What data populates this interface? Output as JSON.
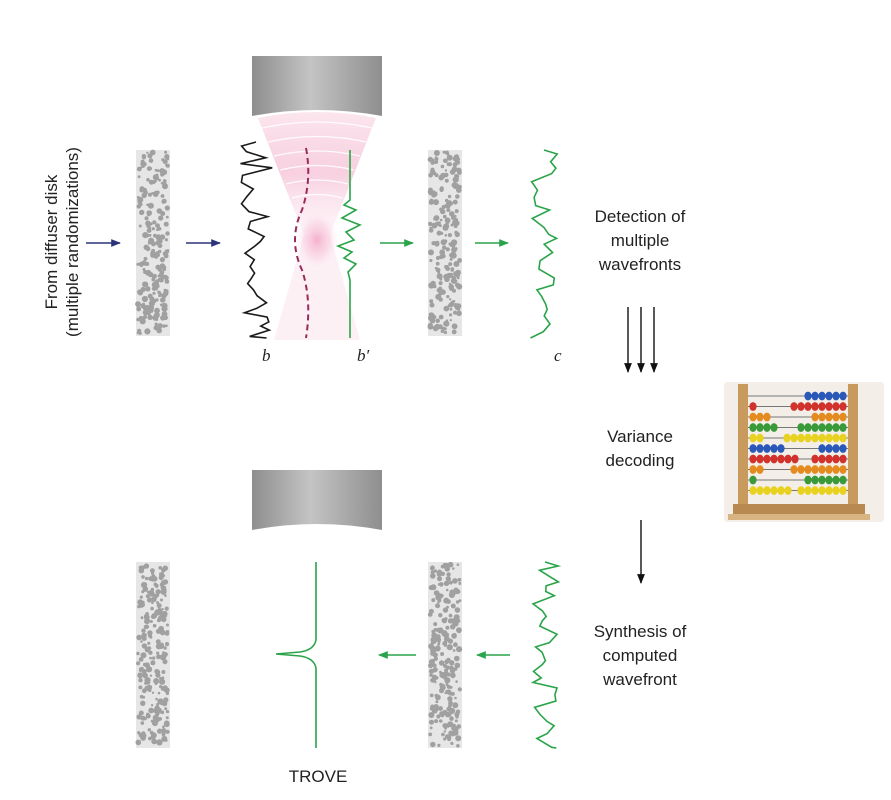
{
  "labels": {
    "source_line1": "From diffuser disk",
    "source_line2": "(multiple randomizations)",
    "wave_b": "b",
    "wave_b_prime": "b′",
    "wave_c": "c",
    "detection_line1": "Detection of",
    "detection_line2": "multiple",
    "detection_line3": "wavefronts",
    "variance_line1": "Variance",
    "variance_line2": "decoding",
    "synthesis_line1": "Synthesis of",
    "synthesis_line2": "computed",
    "synthesis_line3": "wavefront",
    "trove": "TROVE"
  },
  "colors": {
    "blue_arrow": "#2a3478",
    "green": "#2aa44a",
    "black_wave": "#1a1a1a",
    "focus_path": "#9a2a5a",
    "focus_glow": "#f2b8cf",
    "lens": "#a9a9a9",
    "diffuser_dots": "#a0a0a0",
    "abacus_frame": "#c99a5e"
  },
  "icons": {
    "lens": "objective-lens-icon",
    "abacus": "abacus-icon"
  }
}
